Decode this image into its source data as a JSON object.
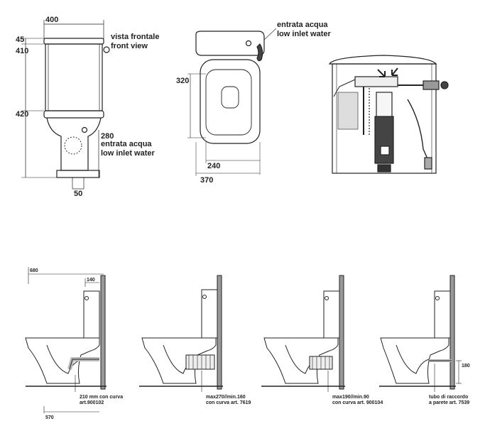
{
  "top": {
    "front": {
      "width": "400",
      "top_dim": "45",
      "cistern_h": "410",
      "bowl_h": "420",
      "base_dim": "50",
      "inlet_dim": "280",
      "label_it": "vista frontale",
      "label_en": "front view",
      "inlet_it": "entrata acqua",
      "inlet_en": "low inlet water"
    },
    "plan": {
      "depth": "320",
      "inner_w": "240",
      "outer_w": "370",
      "inlet_it": "entrata acqua",
      "inlet_en": "low inlet water"
    }
  },
  "bottom": {
    "overall_depth": "680",
    "cistern_depth": "140",
    "floor_dim": "570",
    "views": [
      {
        "line1": "210 mm con curva",
        "line2": "art.900102",
        "line3": ""
      },
      {
        "line1": "max270//min.160",
        "line2": "con curva art. 7619",
        "line3": ""
      },
      {
        "line1": "max190//min.90",
        "line2": "con curva art. 900104",
        "line3": ""
      },
      {
        "line1": "tubo di raccordo",
        "line2": "a parete art. 7539",
        "line3": ""
      }
    ],
    "wall_outlet_dim": "180"
  }
}
